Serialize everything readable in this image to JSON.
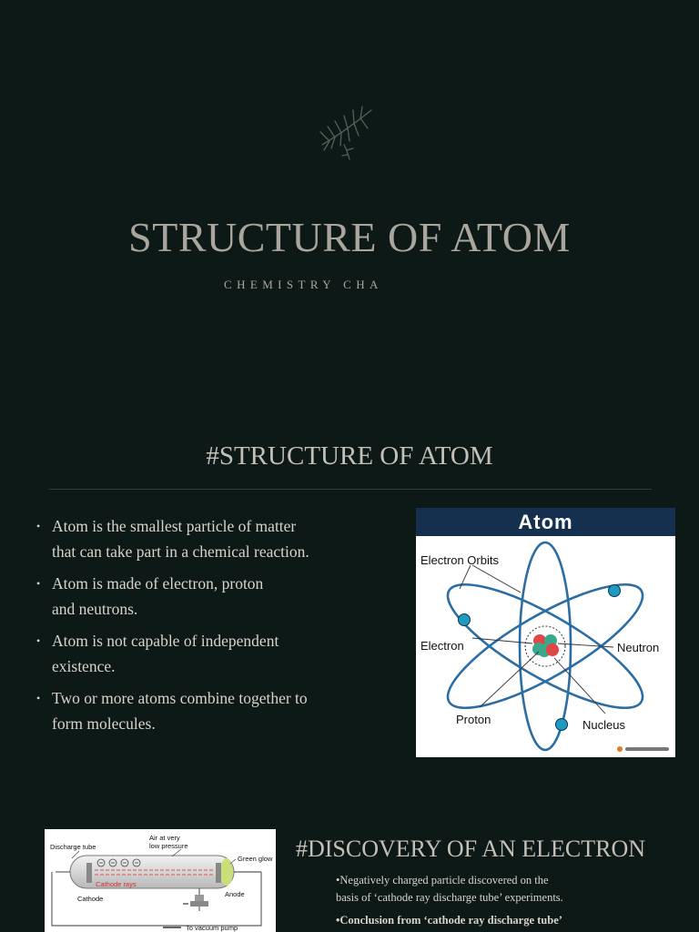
{
  "slide1": {
    "title": "STRUCTURE OF ATOM",
    "subtitle": "CHEMISTRY CHA"
  },
  "slide2": {
    "title": "#STRUCTURE OF ATOM",
    "bullets": [
      [
        "Atom is the smallest particle of matter",
        "that can take part in a chemical reaction."
      ],
      [
        "Atom is made of electron, proton",
        "and neutrons."
      ],
      [
        "Atom is not capable of independent",
        "existence."
      ],
      [
        "Two or more atoms combine together to",
        "form molecules."
      ]
    ],
    "figure": {
      "heading": "Atom",
      "labels": {
        "electron_orbits": "Electron Orbits",
        "electron": "Electron",
        "neutron": "Neutron",
        "proton": "Proton",
        "nucleus": "Nucleus"
      },
      "colors": {
        "header": "#15304f",
        "orbit": "#2c6da3",
        "electron": "#1f9bbf",
        "proton": "#e04646",
        "neutron": "#3aa88a"
      }
    }
  },
  "slide3": {
    "title": "#DISCOVERY OF AN ELECTRON",
    "para_lines": [
      "•Negatively charged particle discovered on the",
      "basis of  ‘cathode ray discharge tube’ experiments."
    ],
    "para_bold": "•Conclusion from ‘cathode ray discharge tube’",
    "figure": {
      "labels": {
        "discharge_tube": "Discharge tube",
        "air": "Air at very",
        "air2": "low pressure",
        "green_glow": "Green glow",
        "cathode_rays": "Cathode rays",
        "cathode": "Cathode",
        "anode": "Anode",
        "vacuum": "To vacuum pump"
      }
    }
  }
}
